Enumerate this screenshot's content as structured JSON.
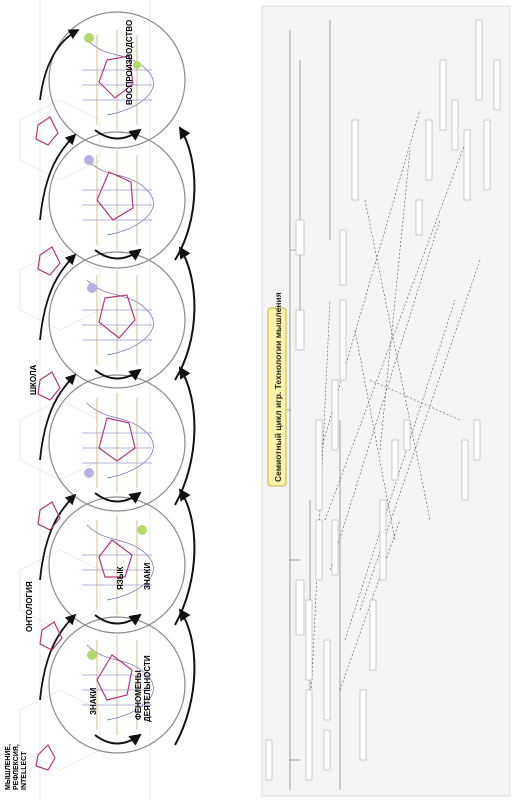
{
  "left_diagram": {
    "labels": {
      "thinking": "МЫШЛЕНИЕ,",
      "reflection": "РЕФЛЕКСИЯ,",
      "intellect": "INTELLECT",
      "ontology": "ОНТОЛОГИЯ",
      "school": "ШКОЛА",
      "signs_1": "ЗНАКИ",
      "phenomena": "ФЕНОМЕНЫ",
      "activity": "ДЕЯТЕЛЬНОСТИ",
      "language": "ЯЗЫК",
      "signs_2": "ЗНАКИ",
      "reproduction": "ВОСПРОИЗВОДСТВО"
    }
  },
  "mindmap": {
    "central_title": "Семиотный цикл игр. Технологии мышления",
    "colors": {
      "central_fill": "#fbf3a8",
      "central_border": "#c9b440",
      "line": "#555555",
      "node_border": "#888888"
    }
  }
}
